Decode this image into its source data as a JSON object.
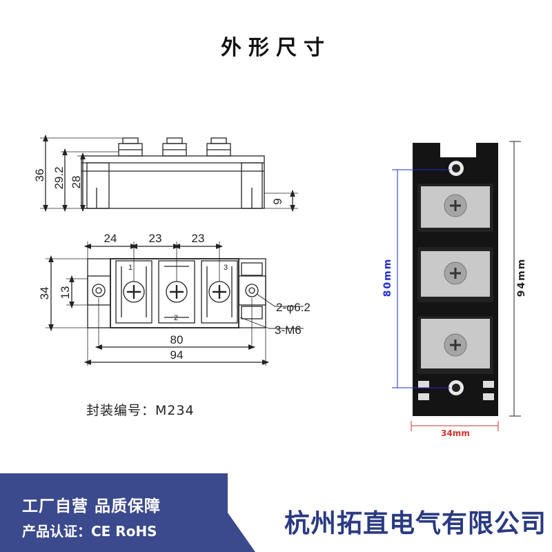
{
  "title": "外形尺寸",
  "side_view": {
    "dims": [
      "36",
      "29.2",
      "28",
      "9"
    ]
  },
  "top_view": {
    "dims_top": [
      "24",
      "23",
      "23"
    ],
    "dims_left": [
      "34",
      "13"
    ],
    "terminal_numbers": [
      "1",
      "2",
      "3"
    ],
    "callouts": [
      "2-φ6.2",
      "3-M6"
    ],
    "dims_bottom": [
      "80",
      "94"
    ]
  },
  "photo": {
    "dim_80": "80mm",
    "dim_94": "94mm",
    "dim_34": "34mm"
  },
  "package_label": "封装编号：M234",
  "footer": {
    "line1": "工厂自营  品质保障",
    "line2": "产品认证：CE RoHS",
    "company": "杭州拓直电气有限公司"
  },
  "colors": {
    "footer_bg": "#3b4a8c",
    "dim_blue": "#1f2bd6",
    "dim_red": "#d0312d",
    "module_black": "#111111"
  }
}
